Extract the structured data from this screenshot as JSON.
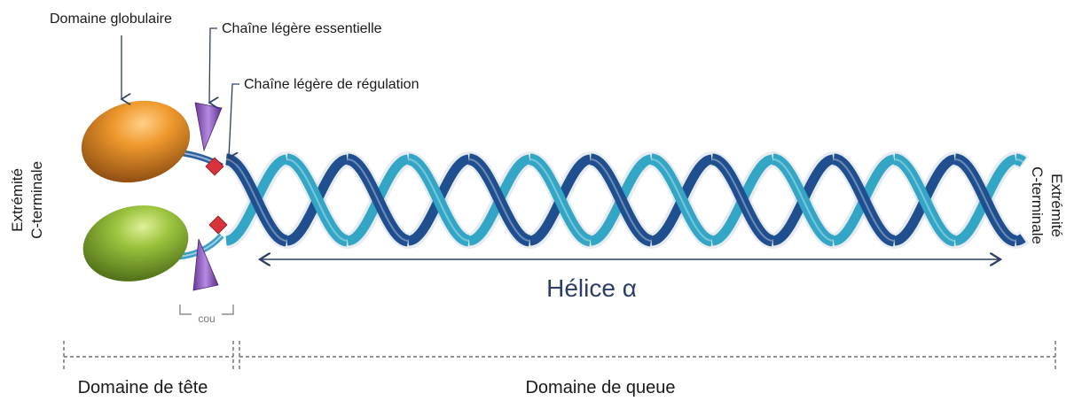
{
  "labels": {
    "globular_domain": "Domaine globulaire",
    "essential_light_chain": "Chaîne légère essentielle",
    "regulatory_light_chain": "Chaîne légère de régulation",
    "helix": "Hélice α",
    "neck": "cou",
    "head_domain": "Domaine de tête",
    "tail_domain": "Domaine de queue",
    "left_end_line1": "Extrémité",
    "left_end_line2": "C-terminale",
    "right_end_line1": "Extrémité",
    "right_end_line2": "C-terminale"
  },
  "colors": {
    "head_top": "#e8821e",
    "head_bottom": "#8fb83a",
    "light_chain_essential": "#8a5ab8",
    "light_chain_regulatory": "#d8333a",
    "helix_dark": "#1f4f8f",
    "helix_light": "#33a6c6",
    "arrow": "#2c3e66"
  }
}
